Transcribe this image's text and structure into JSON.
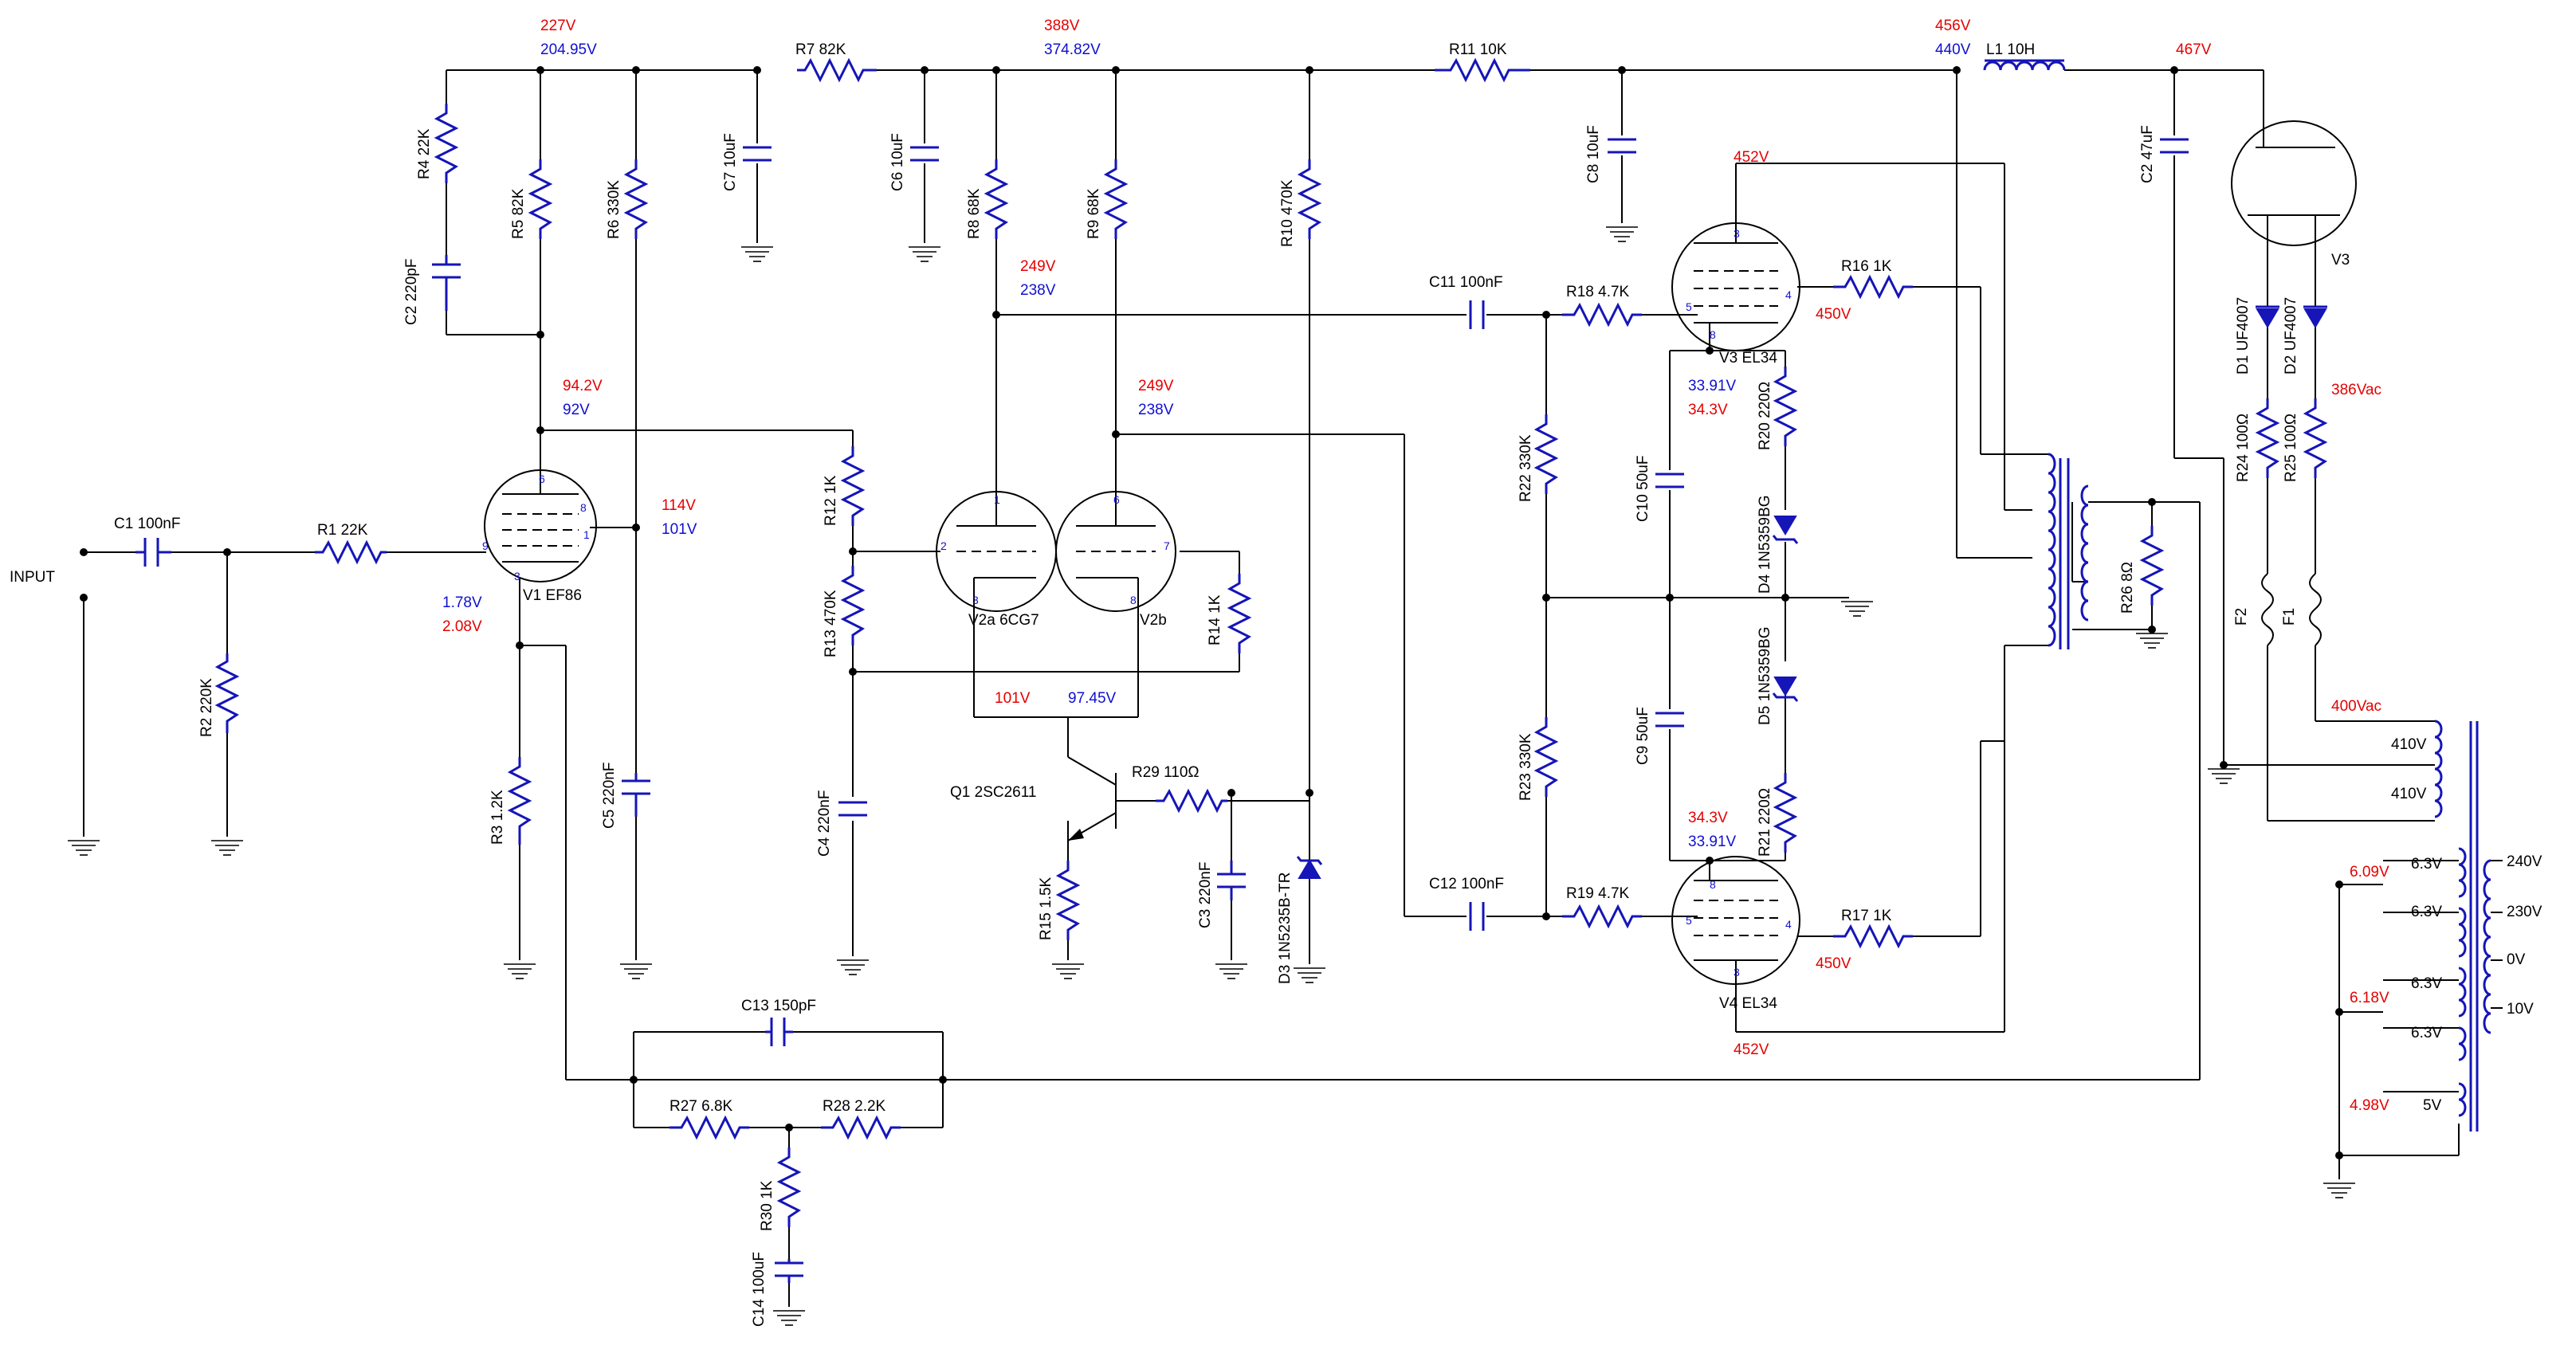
{
  "input_label": "INPUT",
  "components": {
    "C1": "C1 100nF",
    "R1": "R1 22K",
    "R2": "R2 220K",
    "R3": "R3 1.2K",
    "R4": "R4 22K",
    "C2a": "C2 220pF",
    "R5": "R5 82K",
    "R6": "R6 330K",
    "C5": "C5 220nF",
    "C7": "C7 10uF",
    "R7": "R7 82K",
    "C6": "C6 10uF",
    "R8": "R8 68K",
    "R9": "R9 68K",
    "R10": "R10 470K",
    "R11": "R11 10K",
    "C8": "C8 10uF",
    "L1": "L1 10H",
    "C2b": "C2 47uF",
    "R12": "R12 1K",
    "R13": "R13 470K",
    "R14": "R14 1K",
    "C4": "C4 220nF",
    "Q1": "Q1  2SC2611",
    "R29": "R29 110Ω",
    "R15": "R15 1.5K",
    "C3": "C3 220nF",
    "D3": "D3 1N5235B-TR",
    "C11": "C11 100nF",
    "C12": "C12 100nF",
    "R18": "R18 4.7K",
    "R19": "R19 4.7K",
    "R22": "R22 330K",
    "R23": "R23 330K",
    "C10": "C10 50uF",
    "C9": "C9 50uF",
    "R20": "R20 220Ω",
    "R21": "R21 220Ω",
    "D4": "D4 1N5359BG",
    "D5": "D5 1N5359BG",
    "R16": "R16 1K",
    "R17": "R17 1K",
    "R26": "R26 8Ω",
    "D1": "D1 UF4007",
    "D2": "D2 UF4007",
    "R24": "R24 100Ω",
    "R25": "R25 100Ω",
    "F1": "F1",
    "F2": "F2",
    "C13": "C13 150pF",
    "R27": "R27 6.8K",
    "R28": "R28 2.2K",
    "R30": "R30 1K",
    "C14": "C14 100uF"
  },
  "tubes": {
    "V1": "V1   EF86",
    "V2a": "V2a  6CG7",
    "V2b": "V2b",
    "V3": "V3  EL34",
    "V4": "V4  EL34",
    "V3rect": "V3"
  },
  "pins": {
    "v1_6": "6",
    "v1_8": "8",
    "v1_1": "1",
    "v1_9": "9",
    "v1_3": "3",
    "v2a_1": "1",
    "v2a_2": "2",
    "v2a_3": "3",
    "v2b_6": "6",
    "v2b_7": "7",
    "v2b_8": "8",
    "v3_3": "3",
    "v3_4": "4",
    "v3_5": "5",
    "v3_8": "8",
    "v4_8": "8",
    "v4_5": "5",
    "v4_4": "4",
    "v4_3": "3"
  },
  "voltages_red": {
    "n227": "227V",
    "n388": "388V",
    "n456": "456V",
    "n467": "467V",
    "n94": "94.2V",
    "n114": "114V",
    "n208": "2.08V",
    "n249a": "249V",
    "n249b": "249V",
    "n101": "101V",
    "n452a": "452V",
    "n450a": "450V",
    "n343a": "34.3V",
    "n343b": "34.3V",
    "n450b": "450V",
    "n452b": "452V",
    "n386": "386Vac",
    "n400": "400Vac",
    "n609": "6.09V",
    "n618": "6.18V",
    "n498": "4.98V"
  },
  "voltages_blue": {
    "n20495": "204.95V",
    "n37482": "374.82V",
    "n440": "440V",
    "n92": "92V",
    "n101b": "101V",
    "n178": "1.78V",
    "n238a": "238V",
    "n238b": "238V",
    "n9745": "97.45V",
    "n3391a": "33.91V",
    "n3391b": "33.91V"
  },
  "transformer_taps": {
    "t410a": "410V",
    "t410b": "410V",
    "t63a": "6.3V",
    "t63b": "6.3V",
    "t63c": "6.3V",
    "t63d": "6.3V",
    "t5v": "5V",
    "t240": "240V",
    "t230": "230V",
    "t0": "0V",
    "t10": "10V"
  }
}
